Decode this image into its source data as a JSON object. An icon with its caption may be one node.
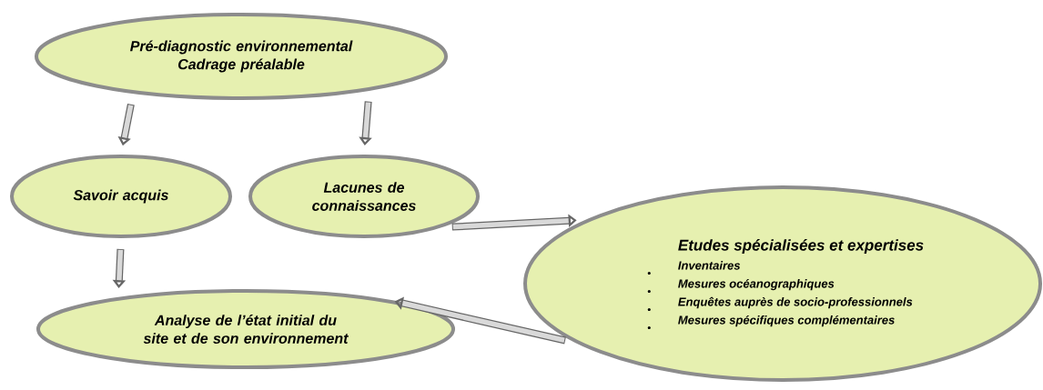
{
  "diagram": {
    "nodes": [
      {
        "text": [
          "Pré-diagnostic environnemental",
          "Cadrage préalable"
        ]
      },
      {
        "text": [
          "Savoir acquis"
        ]
      },
      {
        "text": [
          "Lacunes de connaissances"
        ]
      },
      {
        "text": [
          "Etudes spécialisées et expertises",
          "Inventaires",
          "Mesures océanographiques",
          "Enquêtes auprès de socio-professionnels",
          "Mesures spécifiques complémentaires"
        ]
      },
      {
        "text": [
          "Analyse de l’état initial du site et de son environnement"
        ]
      }
    ],
    "edges": [
      {
        "from": 0,
        "to": 1,
        "arrow": "to"
      },
      {
        "from": 0,
        "to": 2,
        "arrow": "to"
      },
      {
        "from": 2,
        "to": 3,
        "arrow": "to"
      },
      {
        "from": 1,
        "to": 4,
        "arrow": "to"
      },
      {
        "from": 3,
        "to": 4,
        "arrow": "to"
      }
    ]
  }
}
